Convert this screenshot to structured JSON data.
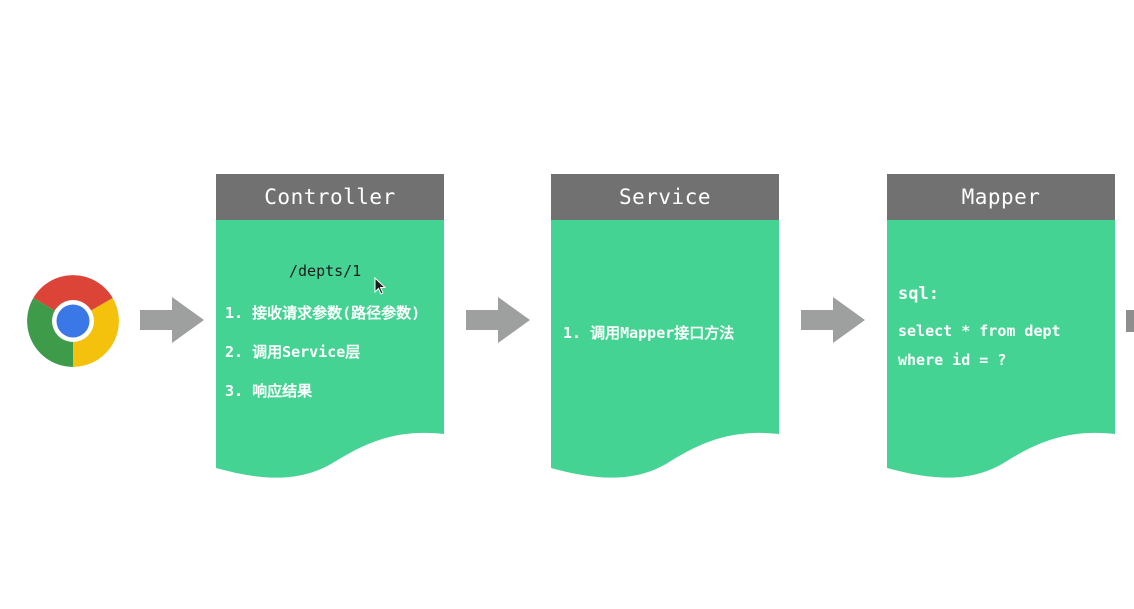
{
  "colors": {
    "header": "#717171",
    "body": "#45d394",
    "arrow": "#9ea0a0",
    "text": "#ffffff",
    "path_text": "#1c1c1c"
  },
  "browser": {
    "icon": "chrome-icon"
  },
  "cards": [
    {
      "title": "Controller",
      "path": "/depts/1",
      "lines": [
        "1. 接收请求参数(路径参数)",
        "2. 调用Service层",
        "3. 响应结果"
      ]
    },
    {
      "title": "Service",
      "lines": [
        "1. 调用Mapper接口方法"
      ]
    },
    {
      "title": "Mapper",
      "label": "sql:",
      "lines": [
        "select * from dept",
        "where id = ?"
      ]
    }
  ]
}
